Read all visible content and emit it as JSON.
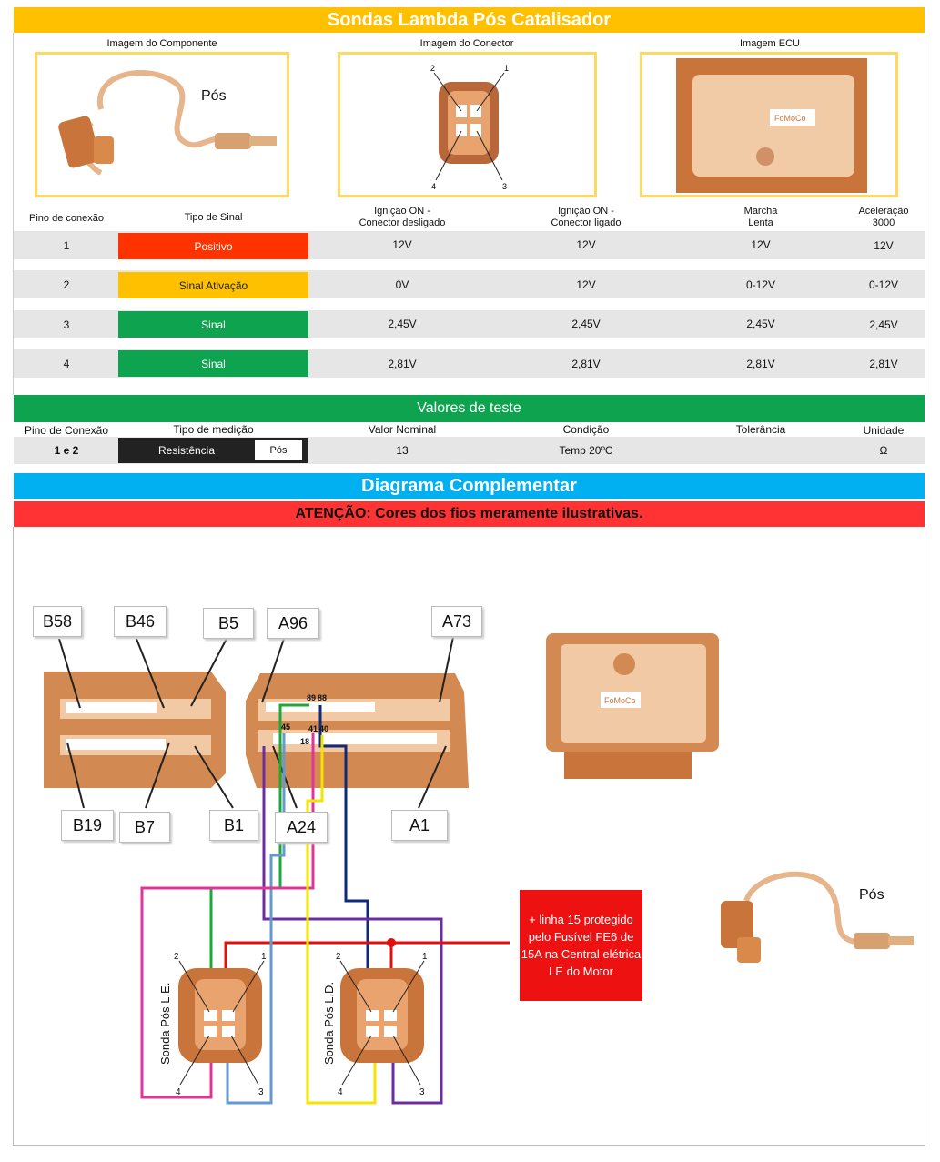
{
  "title": "Sondas Lambda Pós Catalisador",
  "images": {
    "component_caption": "Imagem do Componente",
    "connector_caption": "Imagem do Conector",
    "ecu_caption": "Imagem ECU",
    "component_label": "Pós",
    "ecu_brand": "FoMoCo",
    "pins": [
      "2",
      "1",
      "4",
      "3"
    ]
  },
  "table": {
    "headers": {
      "pin": "Pino de conexão",
      "signal": "Tipo de Sinal",
      "ign_off_1": "Ignição ON -",
      "ign_off_2": "Conector desligado",
      "ign_on_1": "Ignição ON -",
      "ign_on_2": "Conector ligado",
      "idle_1": "Marcha",
      "idle_2": "Lenta",
      "accel_1": "Aceleração",
      "accel_2": "3000"
    },
    "rows": [
      {
        "pin": "1",
        "signal": "Positivo",
        "color": "#FF3300",
        "ign_off": "12V",
        "ign_on": "12V",
        "idle": "12V",
        "accel": "12V"
      },
      {
        "pin": "2",
        "signal": "Sinal Ativação",
        "color": "#FFC000",
        "ign_off": "0V",
        "ign_on": "12V",
        "idle": "0-12V",
        "accel": "0-12V"
      },
      {
        "pin": "3",
        "signal": "Sinal",
        "color": "#0EA34F",
        "ign_off": "2,45V",
        "ign_on": "2,45V",
        "idle": "2,45V",
        "accel": "2,45V"
      },
      {
        "pin": "4",
        "signal": "Sinal",
        "color": "#0EA34F",
        "ign_off": "2,81V",
        "ign_on": "2,81V",
        "idle": "2,81V",
        "accel": "2,81V"
      }
    ]
  },
  "test": {
    "title": "Valores de teste",
    "headers": {
      "pin": "Pino de Conexão",
      "type": "Tipo de medição",
      "nominal": "Valor Nominal",
      "condition": "Condição",
      "tolerance": "Tolerância",
      "unit": "Unidade"
    },
    "row": {
      "pin": "1 e 2",
      "type": "Resistência",
      "tag": "Pós",
      "nominal": "13",
      "condition": "Temp 20ºC",
      "tolerance": "",
      "unit": "Ω"
    }
  },
  "diagram": {
    "title": "Diagrama Complementar",
    "warning": "ATENÇÃO: Cores dos fios meramente ilustrativas.",
    "connector_labels": [
      "B58",
      "B46",
      "B5",
      "A96",
      "A73",
      "B19",
      "B7",
      "B1",
      "A24",
      "A1"
    ],
    "pin_numbers": [
      "89",
      "88",
      "45",
      "41",
      "40",
      "18"
    ],
    "sensor_left": "Sonda Pós L.E.",
    "sensor_right": "Sonda Pós L.D.",
    "sensor_pins": [
      "2",
      "1",
      "4",
      "3"
    ],
    "sensor_photo_label": "Pós",
    "note": "+ linha 15 protegido pelo Fusível FE6 de 15A na Central elétrica LE do Motor",
    "ecu_brand": "FoMoCo",
    "wire_colors": {
      "red": "#E01010",
      "green": "#1FA83A",
      "blue": "#6699CC",
      "navy": "#102a7a",
      "purple": "#6a2ea0",
      "pink": "#E0359A",
      "yellow": "#F2E600"
    }
  }
}
